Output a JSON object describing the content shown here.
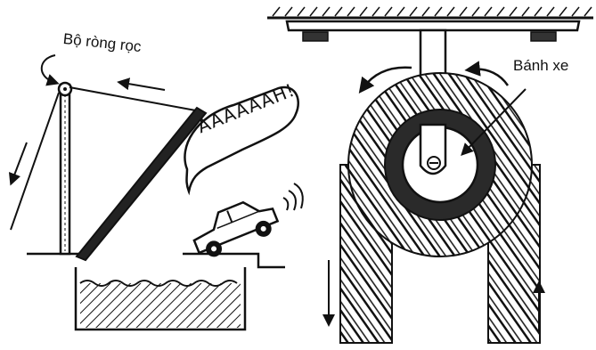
{
  "labels": {
    "pulley_system": "Bộ ròng rọc",
    "wheel": "Bánh xe",
    "scream": "AAAAAAH!"
  },
  "icons": [
    "curved-arrow-icon",
    "arrow-left-icon",
    "arrow-down-icon",
    "arrow-up-icon",
    "rotation-arrow-icon",
    "pointer-arrow-icon"
  ],
  "colors": {
    "ink": "#111111",
    "paper": "#ffffff"
  }
}
